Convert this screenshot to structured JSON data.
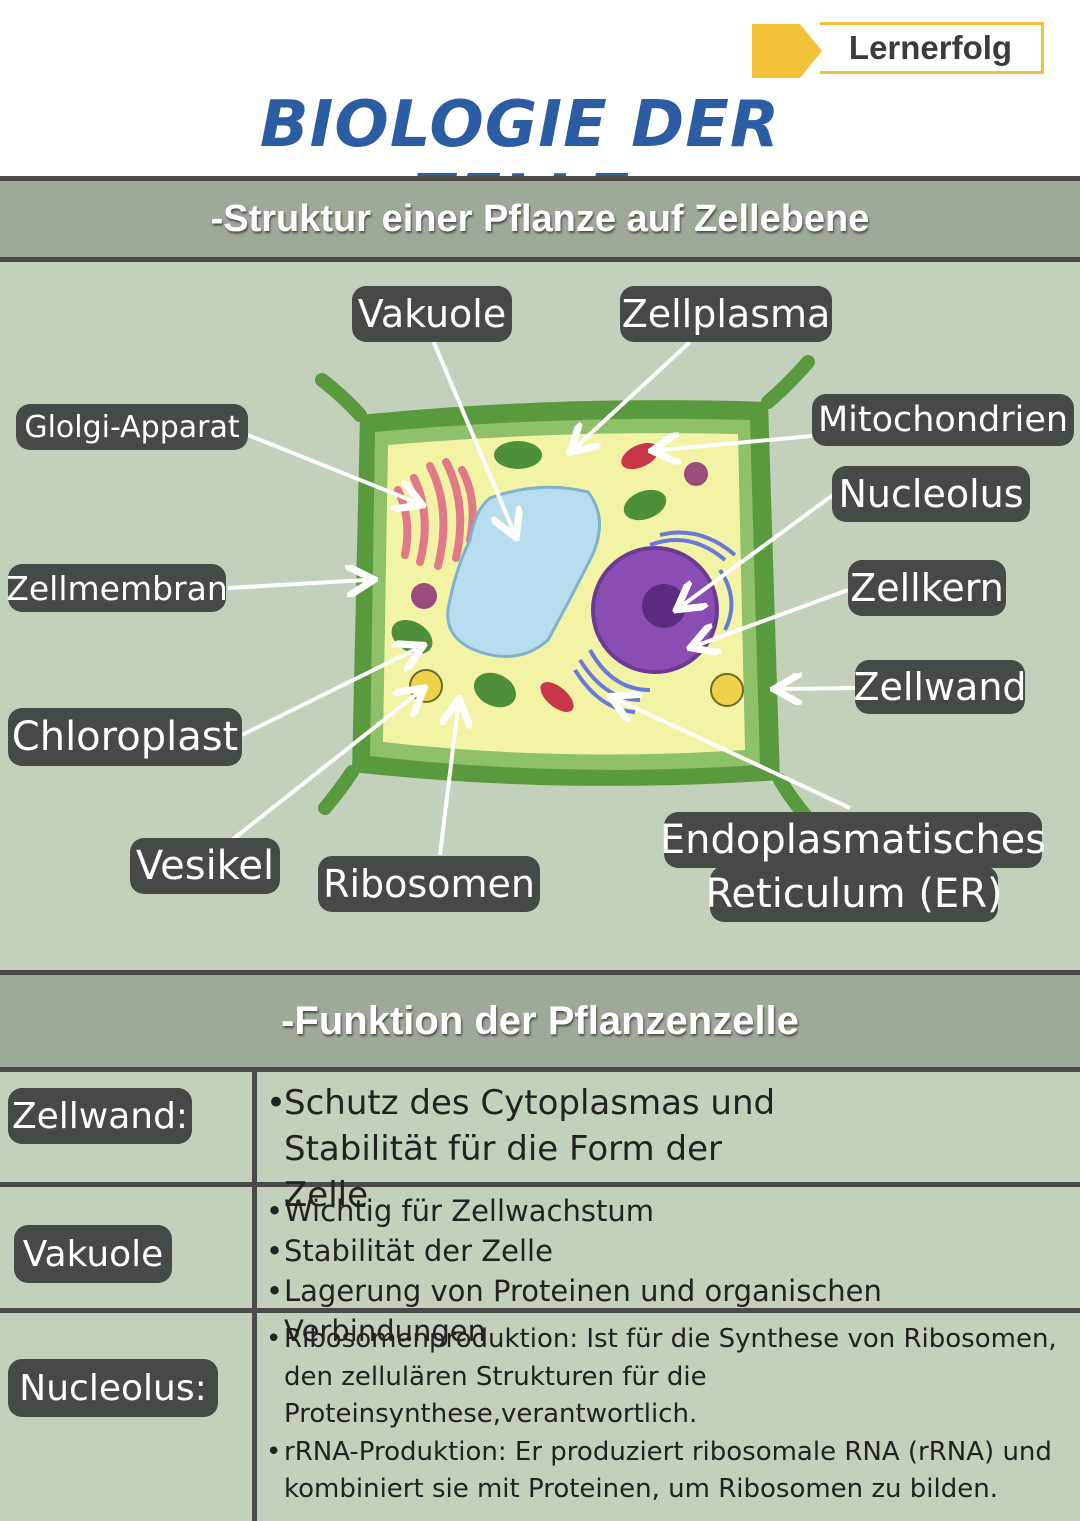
{
  "brand": {
    "name": "Lernerfolg"
  },
  "title": "BIOLOGIE DER ZELLE",
  "section1": {
    "heading": "-Struktur einer Pflanze auf Zellebene",
    "labels": {
      "vakuole": "Vakuole",
      "zellplasma": "Zellplasma",
      "golgi": "Glolgi-Apparat",
      "mitochondrien": "Mitochondrien",
      "nucleolus": "Nucleolus",
      "zellmembran": "Zellmembran",
      "zellkern": "Zellkern",
      "zellwand": "Zellwand",
      "chloroplast": "Chloroplast",
      "vesikel": "Vesikel",
      "ribosomen": "Ribosomen",
      "er_line1": "Endoplasmatisches",
      "er_line2": "Reticulum (ER)"
    }
  },
  "section2": {
    "heading": "-Funktion der Pflanzenzelle",
    "rows": [
      {
        "label": "Zellwand:",
        "items": [
          "Schutz des Cytoplasmas und Stabilität für die Form der Zelle"
        ]
      },
      {
        "label": "Vakuole",
        "items": [
          "Wichtig für Zellwachstum",
          "Stabilität der Zelle",
          "Lagerung von Proteinen und organischen Verbindungen"
        ]
      },
      {
        "label": "Nucleolus:",
        "items": [
          "Ribosomenproduktion: Ist für die Synthese von Ribosomen, den zellulären Strukturen für die Proteinsynthese,verantwortlich.",
          "rRNA-Produktion: Er produziert ribosomale RNA (rRNA) und kombiniert sie mit Proteinen, um Ribosomen zu bilden."
        ]
      }
    ]
  },
  "colors": {
    "title_blue": "#2c5da3",
    "accent_yellow": "#f2c23a",
    "band_gray_green": "#9eaa99",
    "section_bg": "#c2d0bc",
    "label_dark": "#444a45"
  }
}
